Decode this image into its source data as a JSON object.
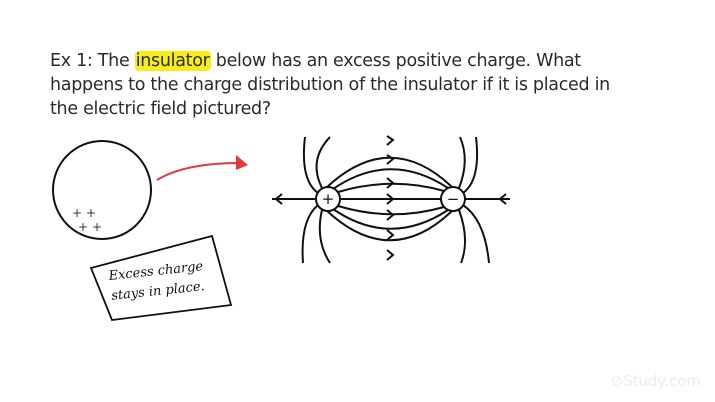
{
  "question": {
    "prefix": "Ex 1: The ",
    "highlight": "insulator",
    "suffix": " below has an excess positive charge.  What happens to the charge distribution of the insulator if it is placed in the electric field pictured?",
    "highlight_color": "#f8ec1a"
  },
  "insulator": {
    "charges": [
      "+",
      "+",
      "+",
      "+"
    ]
  },
  "arrow": {
    "color": "#e23a3a"
  },
  "note": {
    "line1": "Excess charge",
    "line2": "stays in place."
  },
  "dipole": {
    "positive_label": "+",
    "negative_label": "−"
  },
  "watermark": "⊘Study.com"
}
